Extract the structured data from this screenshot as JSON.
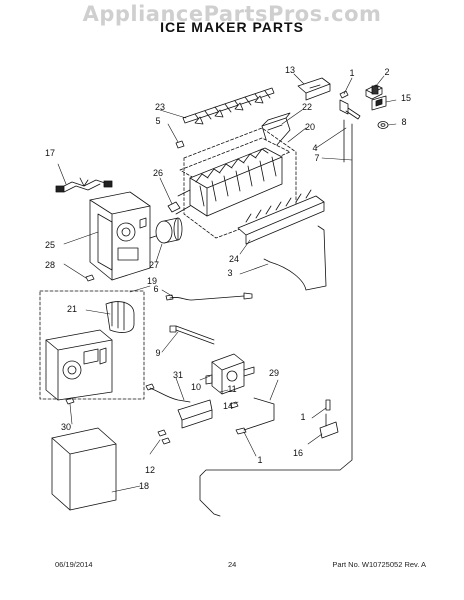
{
  "watermark": "AppliancePartsPros.com",
  "title": "ICE MAKER PARTS",
  "footer": {
    "date": "06/19/2014",
    "page": "24",
    "part_info": "Part No.  W10725052  Rev. A"
  },
  "callouts": [
    "1",
    "2",
    "13",
    "15",
    "23",
    "22",
    "5",
    "8",
    "20",
    "4",
    "7",
    "17",
    "26",
    "25",
    "24",
    "28",
    "27",
    "3",
    "19",
    "6",
    "21",
    "9",
    "31",
    "10",
    "11",
    "29",
    "14",
    "30",
    "1",
    "16",
    "12",
    "18",
    "1"
  ]
}
